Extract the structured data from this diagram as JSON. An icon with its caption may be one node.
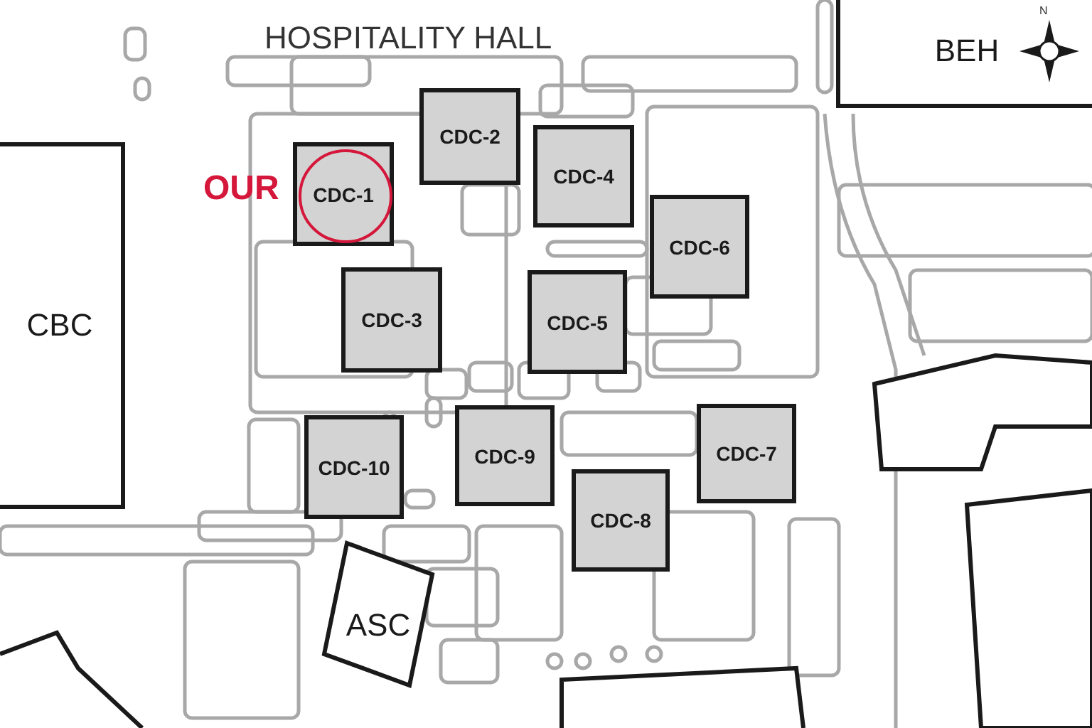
{
  "diagram": {
    "nodes": [
      {
        "text": [
          "BEH"
        ]
      },
      {
        "text": [
          "CDC-1"
        ],
        "beside": [
          "OUR"
        ]
      },
      {
        "text": [
          "CDC-2"
        ]
      },
      {
        "text": [
          "CDC-3"
        ]
      },
      {
        "text": [
          "CDC-4"
        ]
      },
      {
        "text": [
          "CDC-5"
        ]
      },
      {
        "text": [
          "CDC-6"
        ]
      },
      {
        "text": [
          "CDC-7"
        ]
      },
      {
        "text": [
          "CDC-8"
        ]
      },
      {
        "text": [
          "CDC-9"
        ]
      },
      {
        "text": [
          "CDC-10"
        ]
      },
      {
        "text": [
          "CBC"
        ]
      },
      {
        "text": [
          "ASC"
        ]
      }
    ],
    "labels": [
      "HOSPITALITY HALL",
      "N"
    ]
  }
}
